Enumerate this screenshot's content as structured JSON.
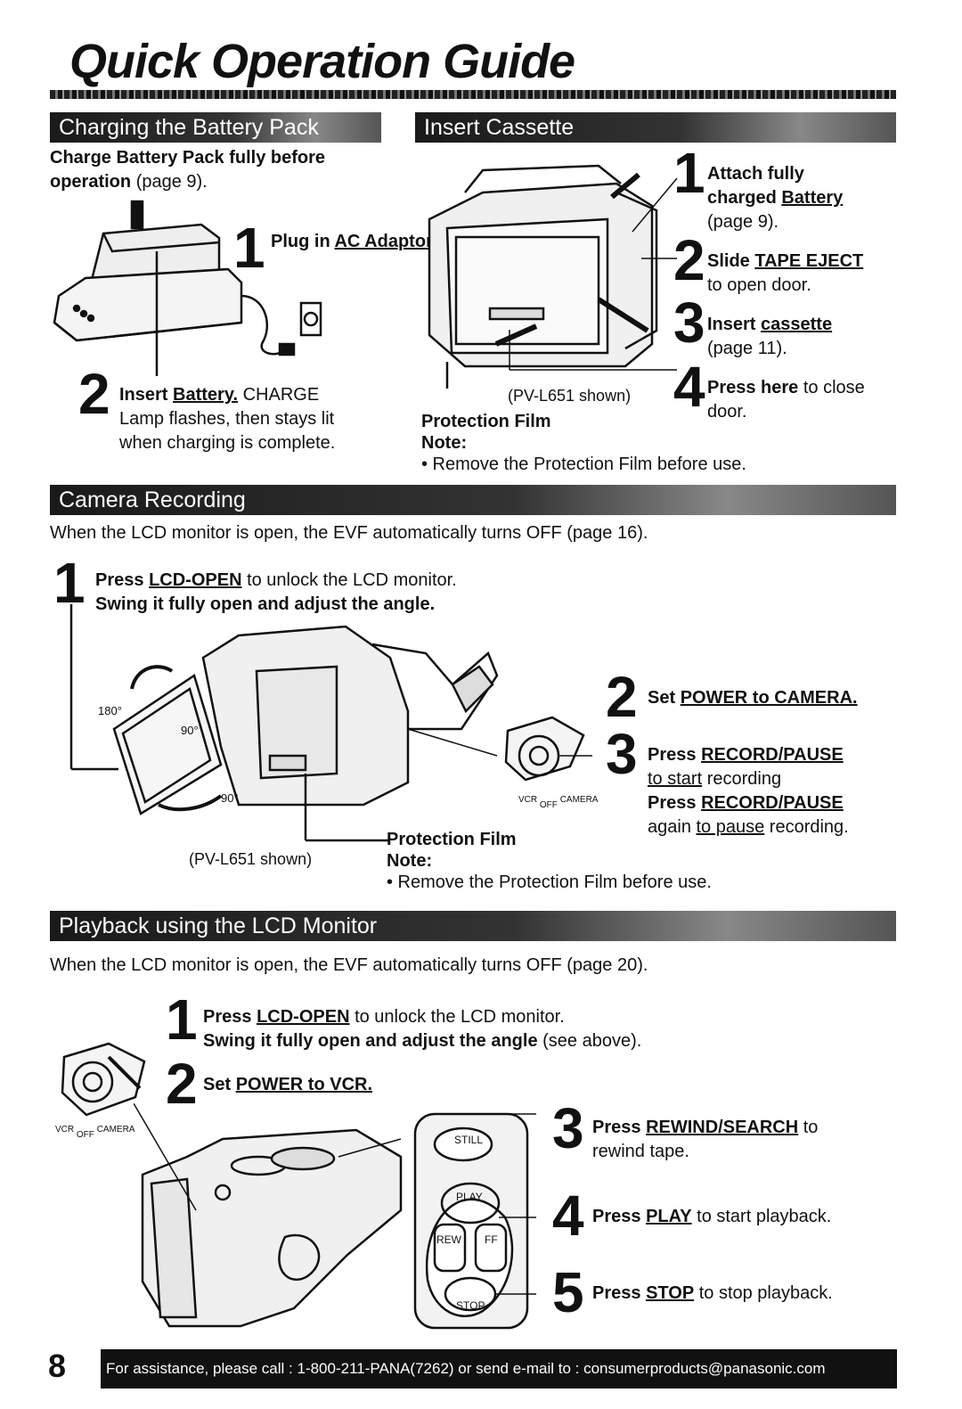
{
  "title": "Quick Operation Guide",
  "page_number": "8",
  "footer": "For assistance, please call : 1-800-211-PANA(7262) or send e-mail to : consumerproducts@panasonic.com",
  "charging": {
    "header": "Charging the Battery Pack",
    "intro_bold": "Charge Battery Pack fully before operation",
    "intro_rest": "(page 9).",
    "step1_num": "1",
    "step1_a": "Plug in ",
    "step1_b": "AC Adaptor.",
    "step2_num": "2",
    "step2_a": "Insert ",
    "step2_b": "Battery.",
    "step2_c": " CHARGE",
    "step2_d": "Lamp flashes, then stays lit",
    "step2_e": "when charging is complete."
  },
  "insert": {
    "header": "Insert Cassette",
    "s1_num": "1",
    "s1_a": "Attach fully",
    "s1_b": "charged ",
    "s1_c": "Battery",
    "s1_d": "(page 9).",
    "s2_num": "2",
    "s2_a": "Slide ",
    "s2_b": "TAPE EJECT",
    "s2_c": "to open door.",
    "s3_num": "3",
    "s3_a": "Insert ",
    "s3_b": "cassette",
    "s3_c": "(page 11).",
    "s4_num": "4",
    "s4_a": "Press here",
    "s4_b": " to close",
    "s4_c": "door.",
    "model": "(PV-L651 shown)",
    "film": "Protection Film",
    "note": "Note:",
    "note_text": "• Remove the Protection Film before use."
  },
  "camera": {
    "header": "Camera Recording",
    "intro": "When the LCD monitor is open, the EVF automatically turns OFF (page 16).",
    "s1_num": "1",
    "s1_a": "Press ",
    "s1_b": "LCD-OPEN",
    "s1_c": " to unlock the LCD monitor.",
    "s1_d": "Swing it fully open and adjust the angle.",
    "s2_num": "2",
    "s2_a": "Set ",
    "s2_b": "POWER to CAMERA.",
    "s3_num": "3",
    "s3_a": "Press ",
    "s3_b": "RECORD/PAUSE",
    "s3_c": "to start",
    "s3_d": " recording",
    "s3_e": "Press ",
    "s3_f": "RECORD/PAUSE",
    "s3_g": "again ",
    "s3_h": "to pause",
    "s3_i": " recording.",
    "angle180": "180°",
    "angle90a": "90°",
    "angle90b": "90°",
    "switch_vcr": "VCR",
    "switch_off": "OFF",
    "switch_cam": "CAMERA",
    "film": "Protection Film",
    "model": "(PV-L651 shown)",
    "note": "Note:",
    "note_text": "• Remove the Protection Film before use."
  },
  "playback": {
    "header": "Playback using the LCD Monitor",
    "intro": "When the LCD monitor is open, the EVF automatically turns OFF (page 20).",
    "s1_num": "1",
    "s1_a": "Press ",
    "s1_b": "LCD-OPEN",
    "s1_c": " to unlock the LCD monitor.",
    "s1_d": "Swing it fully open and adjust the angle",
    "s1_e": " (see above).",
    "s2_num": "2",
    "s2_a": "Set ",
    "s2_b": "POWER to VCR.",
    "s3_num": "3",
    "s3_a": "Press ",
    "s3_b": "REWIND/SEARCH",
    "s3_c": " to",
    "s3_d": "rewind tape.",
    "s4_num": "4",
    "s4_a": "Press ",
    "s4_b": "PLAY",
    "s4_c": " to start playback.",
    "s5_num": "5",
    "s5_a": "Press ",
    "s5_b": "STOP",
    "s5_c": " to stop playback.",
    "btn_still": "STILL",
    "btn_play": "PLAY",
    "btn_rew": "REW",
    "btn_ff": "FF",
    "btn_stop": "STOP",
    "switch_vcr": "VCR",
    "switch_off": "OFF",
    "switch_cam": "CAMERA"
  }
}
